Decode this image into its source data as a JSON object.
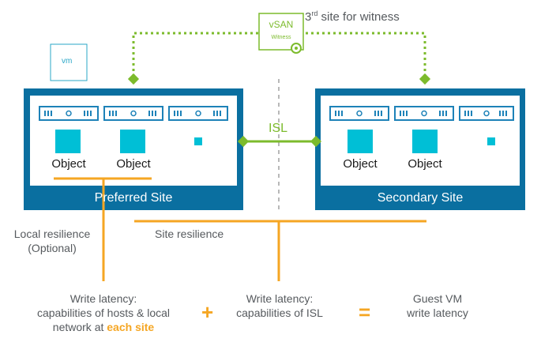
{
  "witness": {
    "box_line1": "vSAN",
    "box_line2": "Witness",
    "title_prefix": "3",
    "title_sup": "rd",
    "title_rest": " site for witness"
  },
  "vm_label": "vm",
  "isl_label": "ISL",
  "preferred_site": {
    "title": "Preferred Site",
    "objects": [
      "Object",
      "Object"
    ]
  },
  "secondary_site": {
    "title": "Secondary Site",
    "objects": [
      "Object",
      "Object"
    ]
  },
  "local_resilience": {
    "line1": "Local resilience",
    "line2": "(Optional)"
  },
  "site_resilience": "Site resilience",
  "formula": {
    "term1": {
      "line1": "Write latency:",
      "line2": "capabilities of hosts & local",
      "line3_plain": "network at ",
      "line3_accent": "each site"
    },
    "plus": "+",
    "term2": {
      "line1": "Write latency:",
      "line2": "capabilities of ISL"
    },
    "equals": "=",
    "result": {
      "line1": "Guest VM",
      "line2": "write latency"
    }
  },
  "colors": {
    "site_blue": "#0a6fa0",
    "host_blue": "#1d82b8",
    "object_teal": "#00bfd6",
    "witness_green": "#7cbb2c",
    "resilience_orange": "#f5a623"
  }
}
